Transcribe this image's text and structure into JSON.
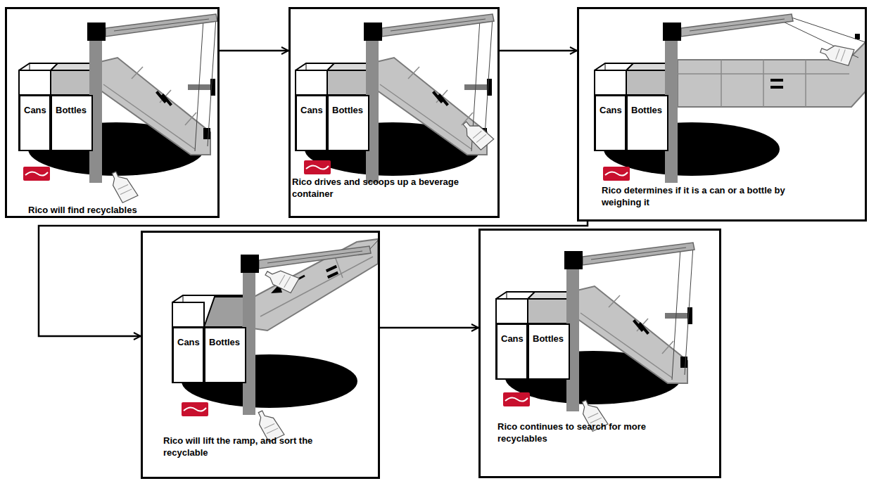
{
  "diagram": {
    "nodes": [
      {
        "text": [
          "Rico will find recyclables"
        ]
      },
      {
        "text": [
          "Cans"
        ],
        "in": 0
      },
      {
        "text": [
          "Bottles"
        ],
        "in": 0
      },
      {
        "text": [
          "Rico drives and scoops up a beverage container"
        ]
      },
      {
        "text": [
          "Cans"
        ],
        "in": 3
      },
      {
        "text": [
          "Bottles"
        ],
        "in": 3
      },
      {
        "text": [
          "Rico determines if it is a can or a bottle by weighing it"
        ]
      },
      {
        "text": [
          "Cans"
        ],
        "in": 6
      },
      {
        "text": [
          "Bottles"
        ],
        "in": 6
      },
      {
        "text": [
          "Rico will lift the ramp, and sort the recyclable"
        ]
      },
      {
        "text": [
          "Cans"
        ],
        "in": 9
      },
      {
        "text": [
          "Bottles"
        ],
        "in": 9
      },
      {
        "text": [
          "Rico continues to search for more recyclables"
        ]
      },
      {
        "text": [
          "Cans"
        ],
        "in": 12
      },
      {
        "text": [
          "Bottles"
        ],
        "in": 12
      }
    ],
    "edges": [
      {
        "from": 0,
        "to": 3,
        "arrow": "to"
      },
      {
        "from": 3,
        "to": 6,
        "arrow": "to"
      },
      {
        "from": 6,
        "to": 9,
        "arrow": "to"
      },
      {
        "from": 9,
        "to": 12,
        "arrow": "to"
      }
    ]
  }
}
